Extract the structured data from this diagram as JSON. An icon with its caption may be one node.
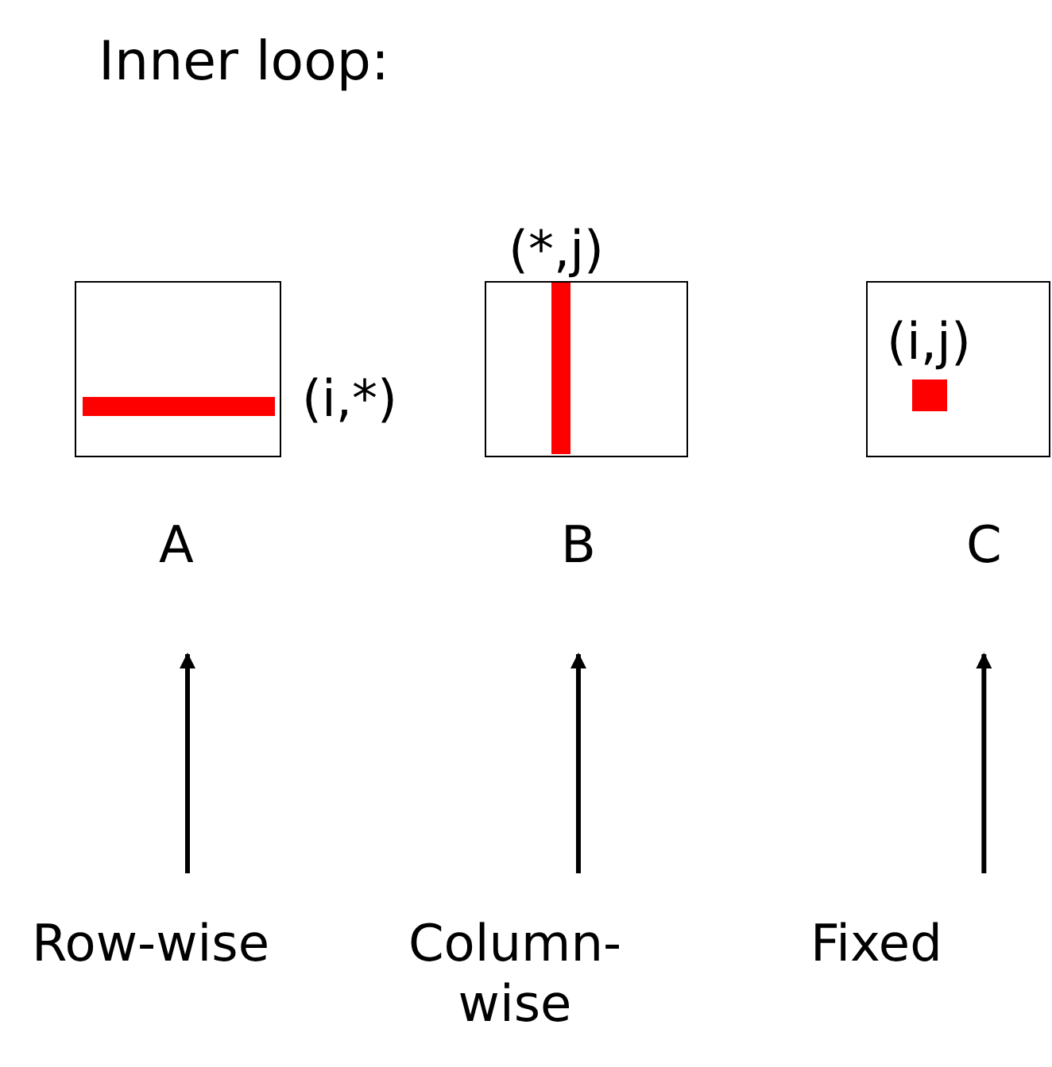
{
  "diagram": {
    "title": "Inner loop:",
    "nodes": [
      {
        "text": [],
        "shape": "box",
        "beside": [
          "(i,*)"
        ]
      },
      {
        "text": [],
        "shape": "box",
        "beside": [
          "(*,j)"
        ]
      },
      {
        "text": [
          "(i,j)"
        ]
      },
      {
        "text": [
          "A"
        ]
      },
      {
        "text": [
          "B"
        ]
      },
      {
        "text": [
          "C"
        ]
      },
      {
        "text": [
          "Row-wise"
        ]
      },
      {
        "text": [
          "Column-wise"
        ]
      },
      {
        "text": [
          "Fixed"
        ]
      }
    ],
    "edges": [
      {
        "from": 6,
        "to": 3,
        "arrow": "to"
      },
      {
        "from": 7,
        "to": 4,
        "arrow": "to"
      },
      {
        "from": 8,
        "to": 5,
        "arrow": "to"
      }
    ]
  }
}
